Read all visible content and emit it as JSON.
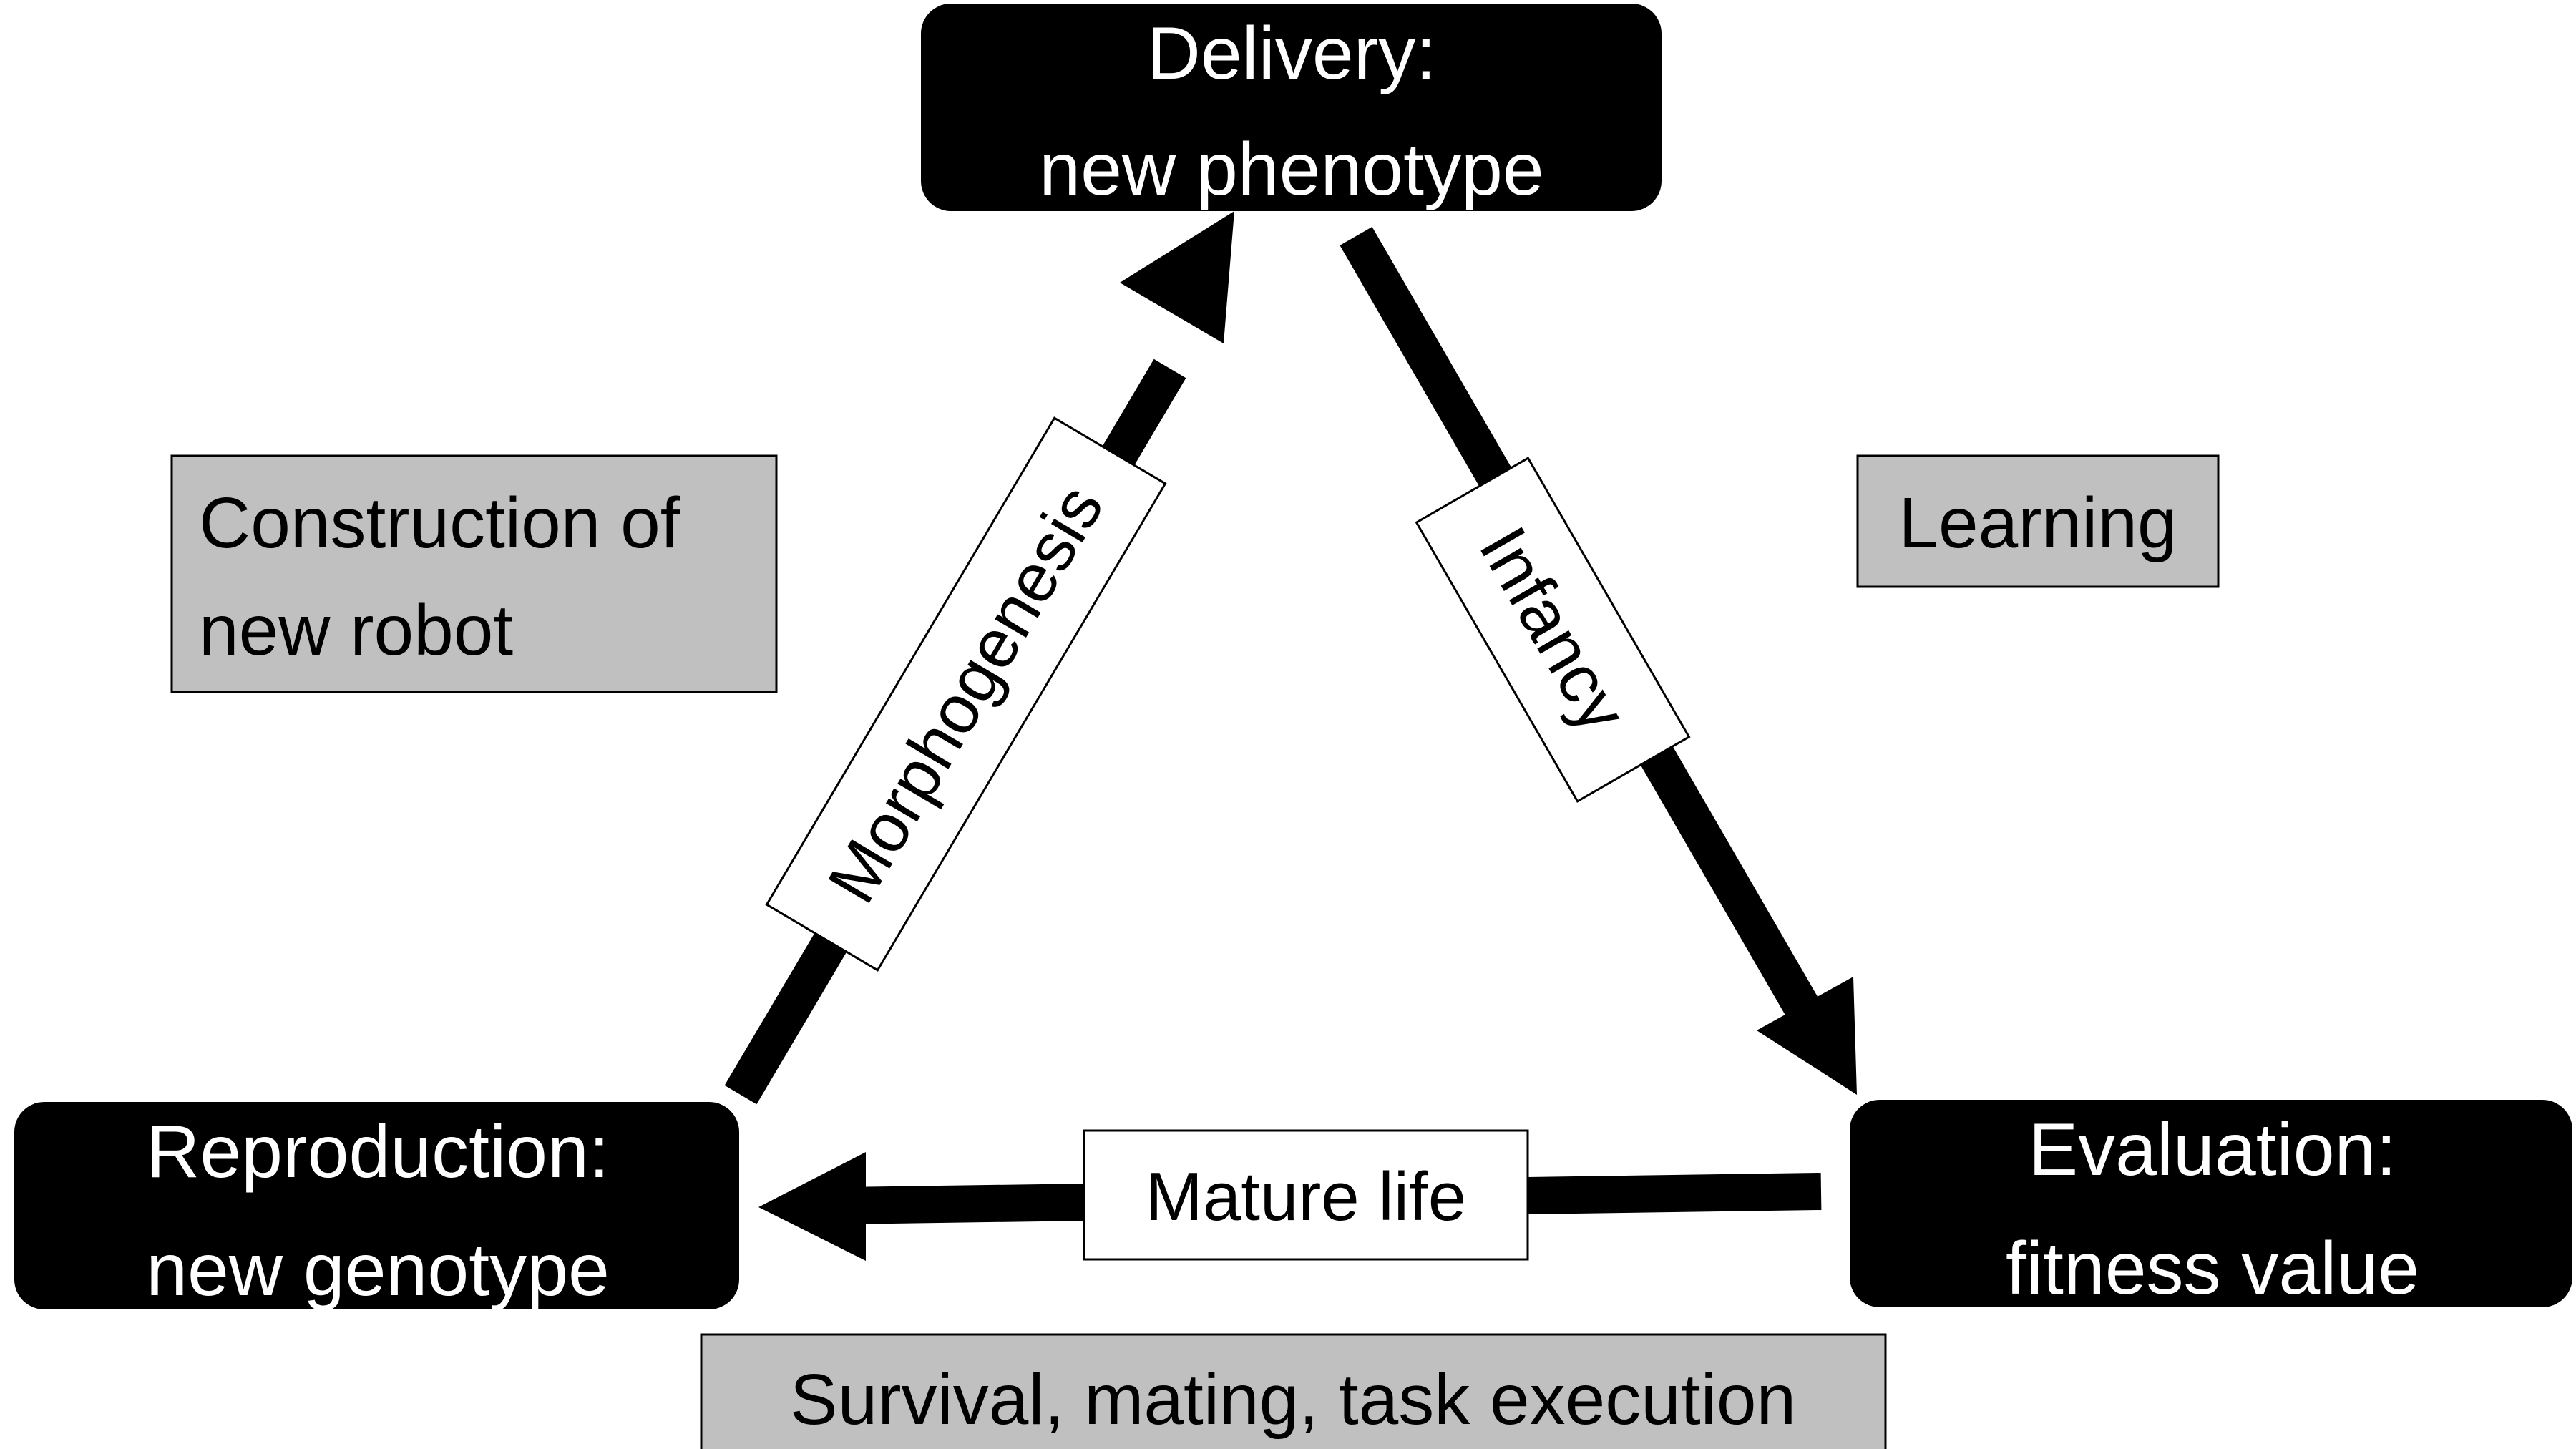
{
  "nodes": {
    "delivery": {
      "line1": "Delivery:",
      "line2": "new phenotype"
    },
    "reproduction": {
      "line1": "Reproduction:",
      "line2": "new genotype"
    },
    "evaluation": {
      "line1": "Evaluation:",
      "line2": "fitness value"
    }
  },
  "edges": {
    "morphogenesis": "Morphogenesis",
    "infancy": "Infancy",
    "mature_life": "Mature life"
  },
  "notes": {
    "construction": {
      "line1": "Construction of",
      "line2": "new robot"
    },
    "learning": "Learning",
    "survival": "Survival, mating, task execution"
  },
  "colors": {
    "node_fill": "#000000",
    "node_text": "#ffffff",
    "note_fill": "#c0c0c0",
    "label_fill": "#ffffff",
    "arrow": "#000000"
  }
}
